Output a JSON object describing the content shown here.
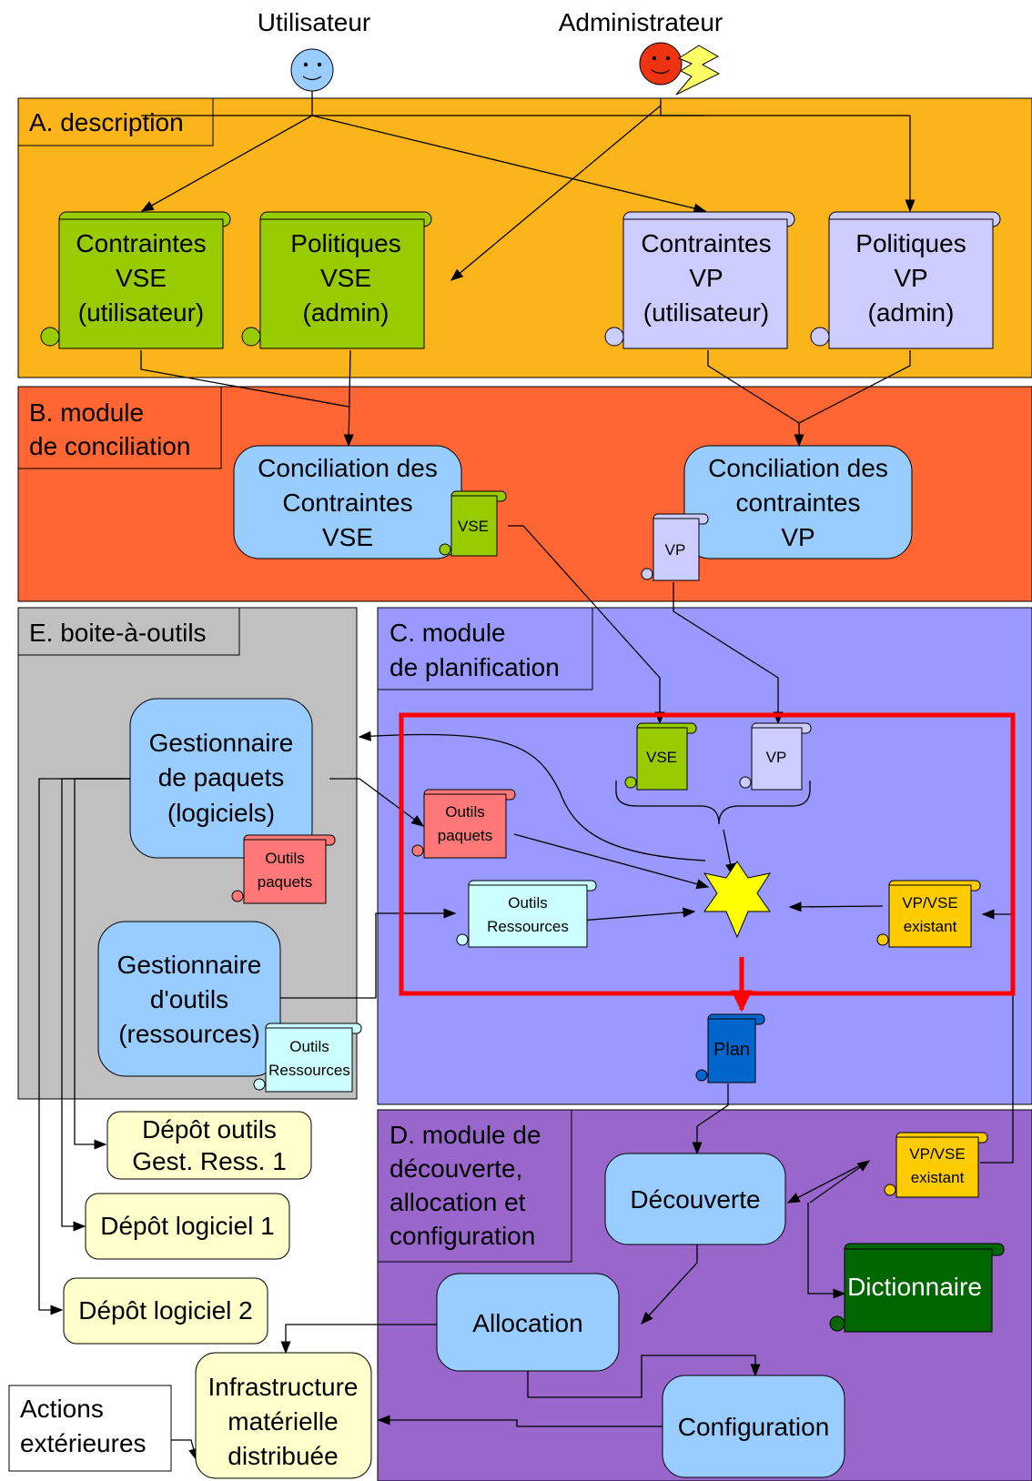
{
  "actors": {
    "user": "Utilisateur",
    "admin": "Administrateur"
  },
  "sections": {
    "a": "A. description",
    "b": [
      "B. module",
      "de conciliation"
    ],
    "c": [
      "C. module",
      "de planification"
    ],
    "d": [
      "D. module de",
      "découverte,",
      "allocation et",
      "configuration"
    ],
    "e": "E. boite-à-outils"
  },
  "scrolls": {
    "contraintes_vse": [
      "Contraintes",
      "VSE",
      "(utilisateur)"
    ],
    "politiques_vse": [
      "Politiques",
      "VSE",
      "(admin)"
    ],
    "contraintes_vp": [
      "Contraintes",
      "VP",
      "(utilisateur)"
    ],
    "politiques_vp": [
      "Politiques",
      "VP",
      "(admin)"
    ],
    "vse": "VSE",
    "vp": "VP",
    "outils_paquets": [
      "Outils",
      "paquets"
    ],
    "outils_ressources": [
      "Outils",
      "Ressources"
    ],
    "vp_vse_existant": [
      "VP/VSE",
      "existant"
    ],
    "plan": "Plan",
    "dictionnaire": "Dictionnaire"
  },
  "nodes": {
    "conciliation_vse": [
      "Conciliation des",
      "Contraintes",
      "VSE"
    ],
    "conciliation_vp": [
      "Conciliation des",
      "contraintes",
      "VP"
    ],
    "gestionnaire_paquets": [
      "Gestionnaire",
      "de paquets",
      "(logiciels)"
    ],
    "gestionnaire_outils": [
      "Gestionnaire",
      "d'outils",
      "(ressources)"
    ],
    "decouverte": "Découverte",
    "allocation": "Allocation",
    "configuration": "Configuration",
    "depot_outils": [
      "Dépôt outils",
      "Gest. Ress. 1"
    ],
    "depot_logiciel_1": "Dépôt logiciel 1",
    "depot_logiciel_2": "Dépôt logiciel 2",
    "infrastructure": [
      "Infrastructure",
      "matérielle",
      "distribuée"
    ],
    "actions_exterieures": [
      "Actions",
      "extérieures"
    ]
  },
  "colors": {
    "section_a": "#fcb41b",
    "section_b": "#ff6633",
    "section_c": "#9999ff",
    "section_d": "#9966cc",
    "section_e": "#c0c0c0",
    "node_blue": "#99ccff",
    "depot_yellow": "#ffffcc",
    "scroll_green": "#99cc00",
    "scroll_lavender": "#ccccff",
    "scroll_red": "#ff7777",
    "scroll_cyan": "#ccffff",
    "scroll_yellow": "#ffcc00",
    "scroll_plan": "#0066cc",
    "scroll_dictionnaire": "#006600",
    "highlight_red": "#ff0000",
    "star_yellow": "#ffff00"
  }
}
